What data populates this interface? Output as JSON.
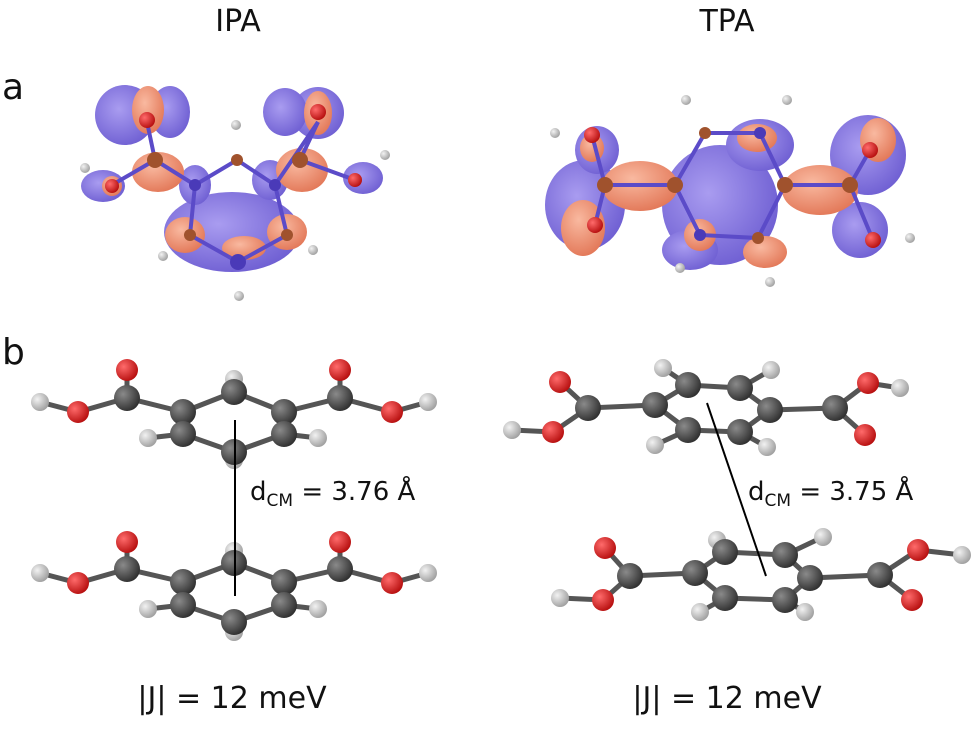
{
  "headers": {
    "left": "IPA",
    "right": "TPA"
  },
  "panels": {
    "a": "a",
    "b": "b"
  },
  "distances": {
    "left": {
      "symbol": "d",
      "subscript": "CM",
      "rest": " = 3.76 Å"
    },
    "right": {
      "symbol": "d",
      "subscript": "CM",
      "rest": " = 3.75 Å"
    }
  },
  "coupling": {
    "left": "|J| = 12 meV",
    "right": "|J| = 12 meV"
  },
  "colors": {
    "carbon": "#3f3f3f",
    "oxygen": "#cc1111",
    "hydrogen": "#bdbdbd",
    "orbital_blue": "#7b6cd9",
    "orbital_orange": "#ec8b6d"
  }
}
